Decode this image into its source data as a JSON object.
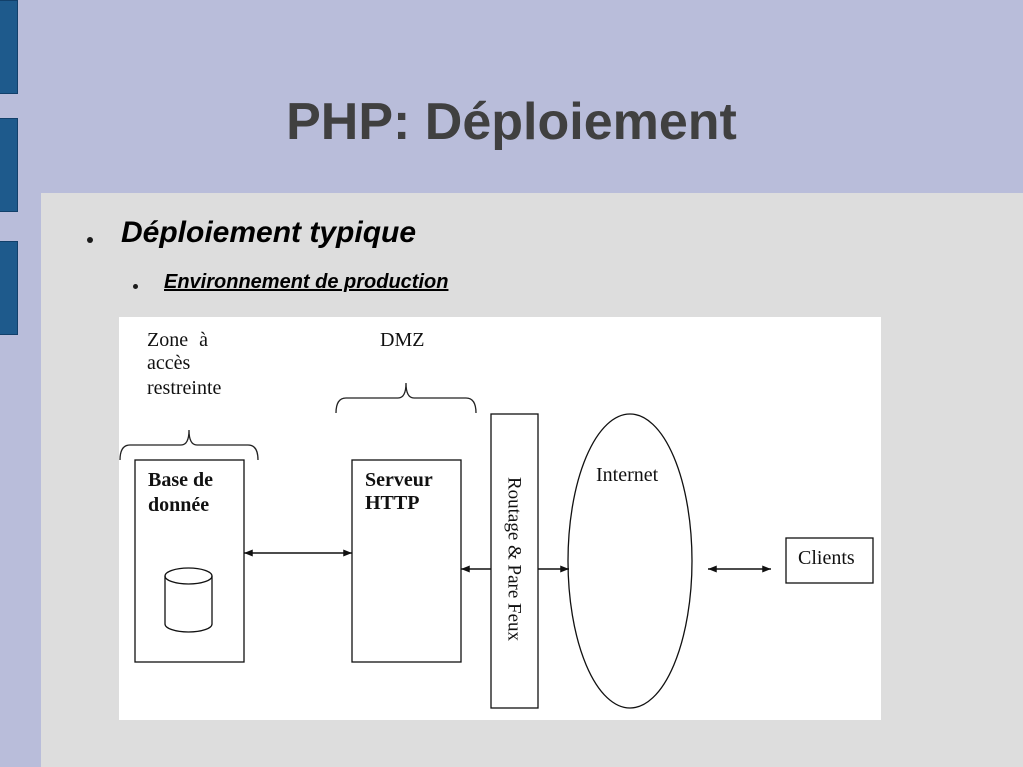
{
  "slide": {
    "title": "PHP: Déploiement",
    "bullets": [
      {
        "text": "Déploiement typique",
        "children": [
          {
            "text": "Environnement de production"
          }
        ]
      }
    ]
  },
  "diagram": {
    "zone": {
      "label_lines": [
        "Zone à",
        "accès",
        "restreinte"
      ]
    },
    "dmz": {
      "label": "DMZ"
    },
    "database": {
      "label_lines": [
        "Base de",
        "donnée"
      ],
      "icon": "database-icon"
    },
    "http_server": {
      "label_lines": [
        "Serveur",
        "HTTP"
      ]
    },
    "router_firewall": {
      "label": "Routage & Pare Feux"
    },
    "internet": {
      "label": "Internet"
    },
    "clients": {
      "label": "Clients"
    }
  },
  "theme": {
    "background": "#B9BDDA",
    "content_panel": "#DDDDDD",
    "side_bar": "#1E5A8C",
    "side_bar_border": "#12406A",
    "title_text": "#404040",
    "text": "#000000",
    "diagram_background": "#FFFFFF",
    "diagram_stroke": "#111111"
  }
}
